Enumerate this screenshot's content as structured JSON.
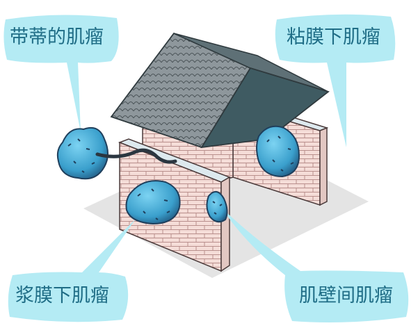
{
  "labels": {
    "pedunculated": "带蒂的肌瘤",
    "submucosal": "粘膜下肌瘤",
    "subserosal": "浆膜下肌瘤",
    "intramural": "肌壁间肌瘤"
  },
  "colors": {
    "callout": "#b4ebf4",
    "label_text": "#1f6d86",
    "roof": "#8e979c",
    "roof_side": "#3f5b62",
    "brick": "#f5ddd8",
    "wall_top": "#dde9ee",
    "floor_shadow": "#e4e4e4",
    "fibroid": "#4fb1da",
    "fibroid_dark": "#1f3f5c"
  }
}
